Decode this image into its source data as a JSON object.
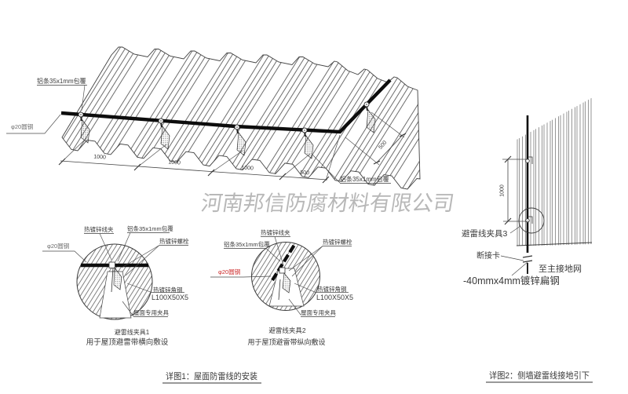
{
  "watermark": "河南邦信防腐材料有限公司",
  "colors": {
    "line": "#3a3a3a",
    "wire": "#0d0d0d",
    "watermark": "#b8b8b8",
    "red_label": "#cc2a2a"
  },
  "roof_view": {
    "label_strip_top": "铝条35x1mm包覆",
    "label_round_steel": "φ20圆钢",
    "label_strip_right": "铝条35x1mm包覆",
    "dim_1": "1000",
    "dim_2": "1000",
    "dim_3": "1000",
    "dim_4": "500",
    "dim_slope": "500"
  },
  "detail1": {
    "label_wire_clip": "热镀锌线夹",
    "label_strip": "铝条35x1mm包覆",
    "label_bolt": "热镀锌螺栓",
    "label_round_steel": "φ20圆钢",
    "label_angle_steel": "热镀锌角钢",
    "label_angle_size": "L100X50X5",
    "label_roof_clamp": "屋面专用夹具",
    "caption_title": "避雷线夹具1",
    "caption_sub": "用于屋顶避雷带横向敷设"
  },
  "detail2": {
    "label_wire_clip": "热镀锌线夹",
    "label_strip": "铝条35x1mm包覆",
    "label_bolt": "热镀锌螺栓",
    "label_round_steel": "φ20圆钢",
    "label_angle_steel": "热镀锌角钢",
    "label_angle_size": "L100X50X5",
    "label_roof_clamp": "屋面专用夹具",
    "caption_title": "避雷线夹具2",
    "caption_sub": "用于屋顶避雷带纵向敷设"
  },
  "wall_view": {
    "label_clamp3": "避雷线夹具3",
    "label_disconnect": "断接卡",
    "label_to_ground": "至主接地网",
    "label_flat_steel": "-40mmx4mm镀锌扁钢",
    "dim_height": "1000"
  },
  "footer": {
    "caption_detail1": "详图1：屋面防雷线的安装",
    "caption_detail2": "详图2：侧墙避雷线接地引下"
  }
}
